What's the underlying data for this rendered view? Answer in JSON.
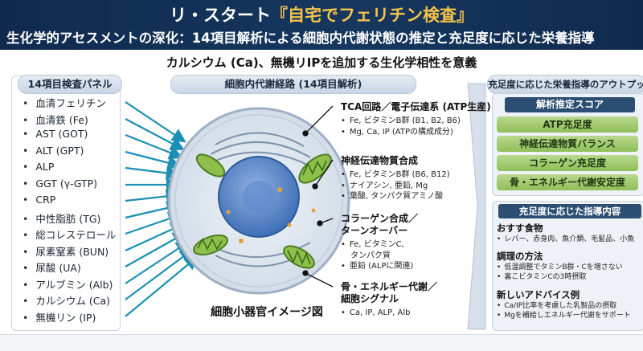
{
  "header": {
    "title_prefix": "リ・スタート",
    "title_accent": "『自宅でフェリチン検査』",
    "subtitle": "生化学的アセスメントの深化：14項目解析による細胞内代謝状態の推定と充足度に応じた栄養指導"
  },
  "tagline": "カルシウム (Ca)、無機リIPを追加する生化学相性を意義",
  "left_panel": {
    "heading": "14項目検査パネル",
    "items": [
      "血清フェリチン",
      "血清鉄 (Fe)",
      "AST (GOT)",
      "ALT (GPT)",
      "ALP",
      "GGT (γ-GTP)",
      "CRP",
      "中性脂肪 (TG)",
      "総コレステロール",
      "尿素窒素 (BUN)",
      "尿酸 (UA)",
      "アルブミン (Alb)",
      "カルシウム (Ca)",
      "無機リン (IP)"
    ]
  },
  "middle_panel": {
    "heading": "細胞内代謝経路 (14項目解析)",
    "cell_caption": "細胞小器官イメージ図",
    "pathways": [
      {
        "title": "TCA回路／電子伝達系 (ATP生産)",
        "items": [
          "Fe, ビタミンB群 (B1, B2, B6)",
          "Mg, Ca, IP (ATPの構成成分)"
        ]
      },
      {
        "title": "神経伝達物質合成",
        "items": [
          "Fe, ビタミンB群 (B6, B12)",
          "ナイアシン, 亜鉛, Mg",
          "葉酸, タンパク質アミノ酸"
        ]
      },
      {
        "title": "コラーゲン合成／",
        "title2": "ターンオーバー",
        "items": [
          "Fe, ビタミンC,",
          "タンパク質",
          "亜鉛 (ALPに関連)"
        ]
      },
      {
        "title": "骨・エネルギー代謝／",
        "title2": "細胞シグナル",
        "items": [
          "Ca, IP, ALP, Alb"
        ]
      }
    ]
  },
  "right_panel": {
    "heading": "充足度に応じた栄養指導のアウトプット",
    "score_heading": "解析推定スコア",
    "scores": [
      "ATP充足度",
      "神経伝達物質バランス",
      "コラーゲン充足度",
      "骨・エネルギー代謝安定度"
    ],
    "guide_heading": "充足度に応じた指導内容",
    "sections": [
      {
        "title": "おすす食物",
        "items": [
          "レバー、赤身肉、魚介類、毛髪品、小魚"
        ]
      },
      {
        "title": "調理の方法",
        "items": [
          "低温調整でタミンB群・Cを増さない",
          "裏こビタミンCの3時摂取"
        ]
      },
      {
        "title": "新しいアドバイス例",
        "items": [
          "Ca/IP比率を考慮した乳製品の摂取",
          "Mgを補給しエネルギー代謝をサポート"
        ]
      }
    ]
  },
  "colors": {
    "header_bg": "#16375f",
    "accent": "#f4c34a",
    "score_green": "#8fbf58",
    "arrow_blue": "#1b8fb5",
    "nucleus": "#3f6fb8"
  }
}
